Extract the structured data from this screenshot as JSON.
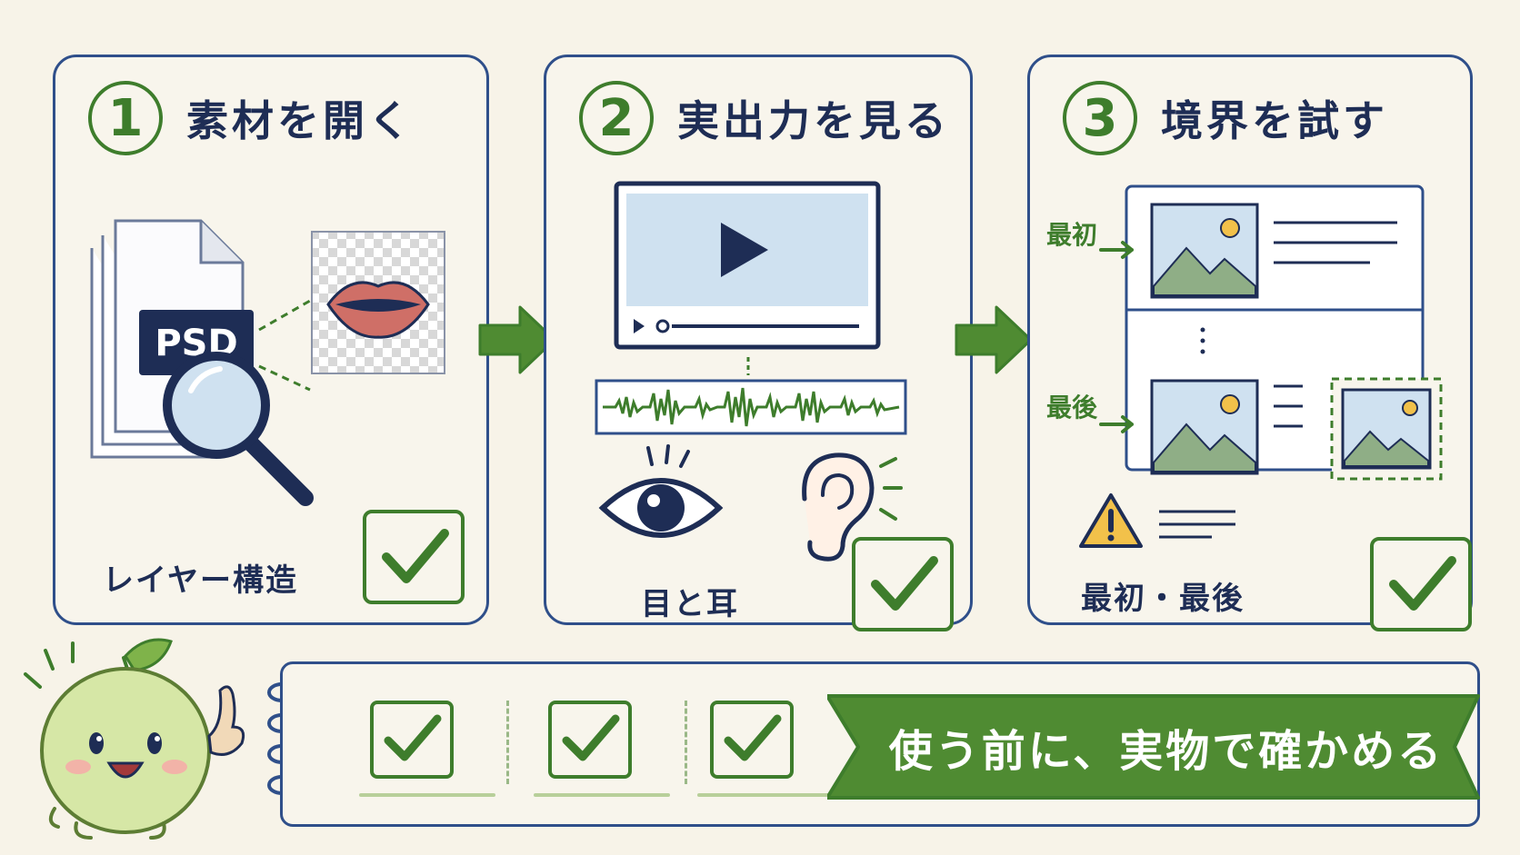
{
  "steps": [
    {
      "number": "1",
      "title": "素材を開く",
      "caption": "レイヤー構造",
      "file_badge": "PSD"
    },
    {
      "number": "2",
      "title": "実出力を見る",
      "caption": "目と耳"
    },
    {
      "number": "3",
      "title": "境界を試す",
      "caption": "最初・最後",
      "label_first": "最初",
      "label_last": "最後"
    }
  ],
  "banner": {
    "text": "使う前に、実物で確かめる"
  },
  "colors": {
    "navy": "#1e2d55",
    "frame": "#2f4f8a",
    "green": "#3e7d2c",
    "banner": "#4f8b32",
    "paper": "#f7f3e8"
  },
  "icons": [
    "psd-file-icon",
    "lips-layer-icon",
    "magnifier-icon",
    "video-player-icon",
    "play-icon",
    "waveform-icon",
    "eye-icon",
    "ear-icon",
    "warning-icon",
    "image-icon",
    "check-icon",
    "arrow-right-icon",
    "mascot-icon",
    "notebook-ring-icon"
  ]
}
